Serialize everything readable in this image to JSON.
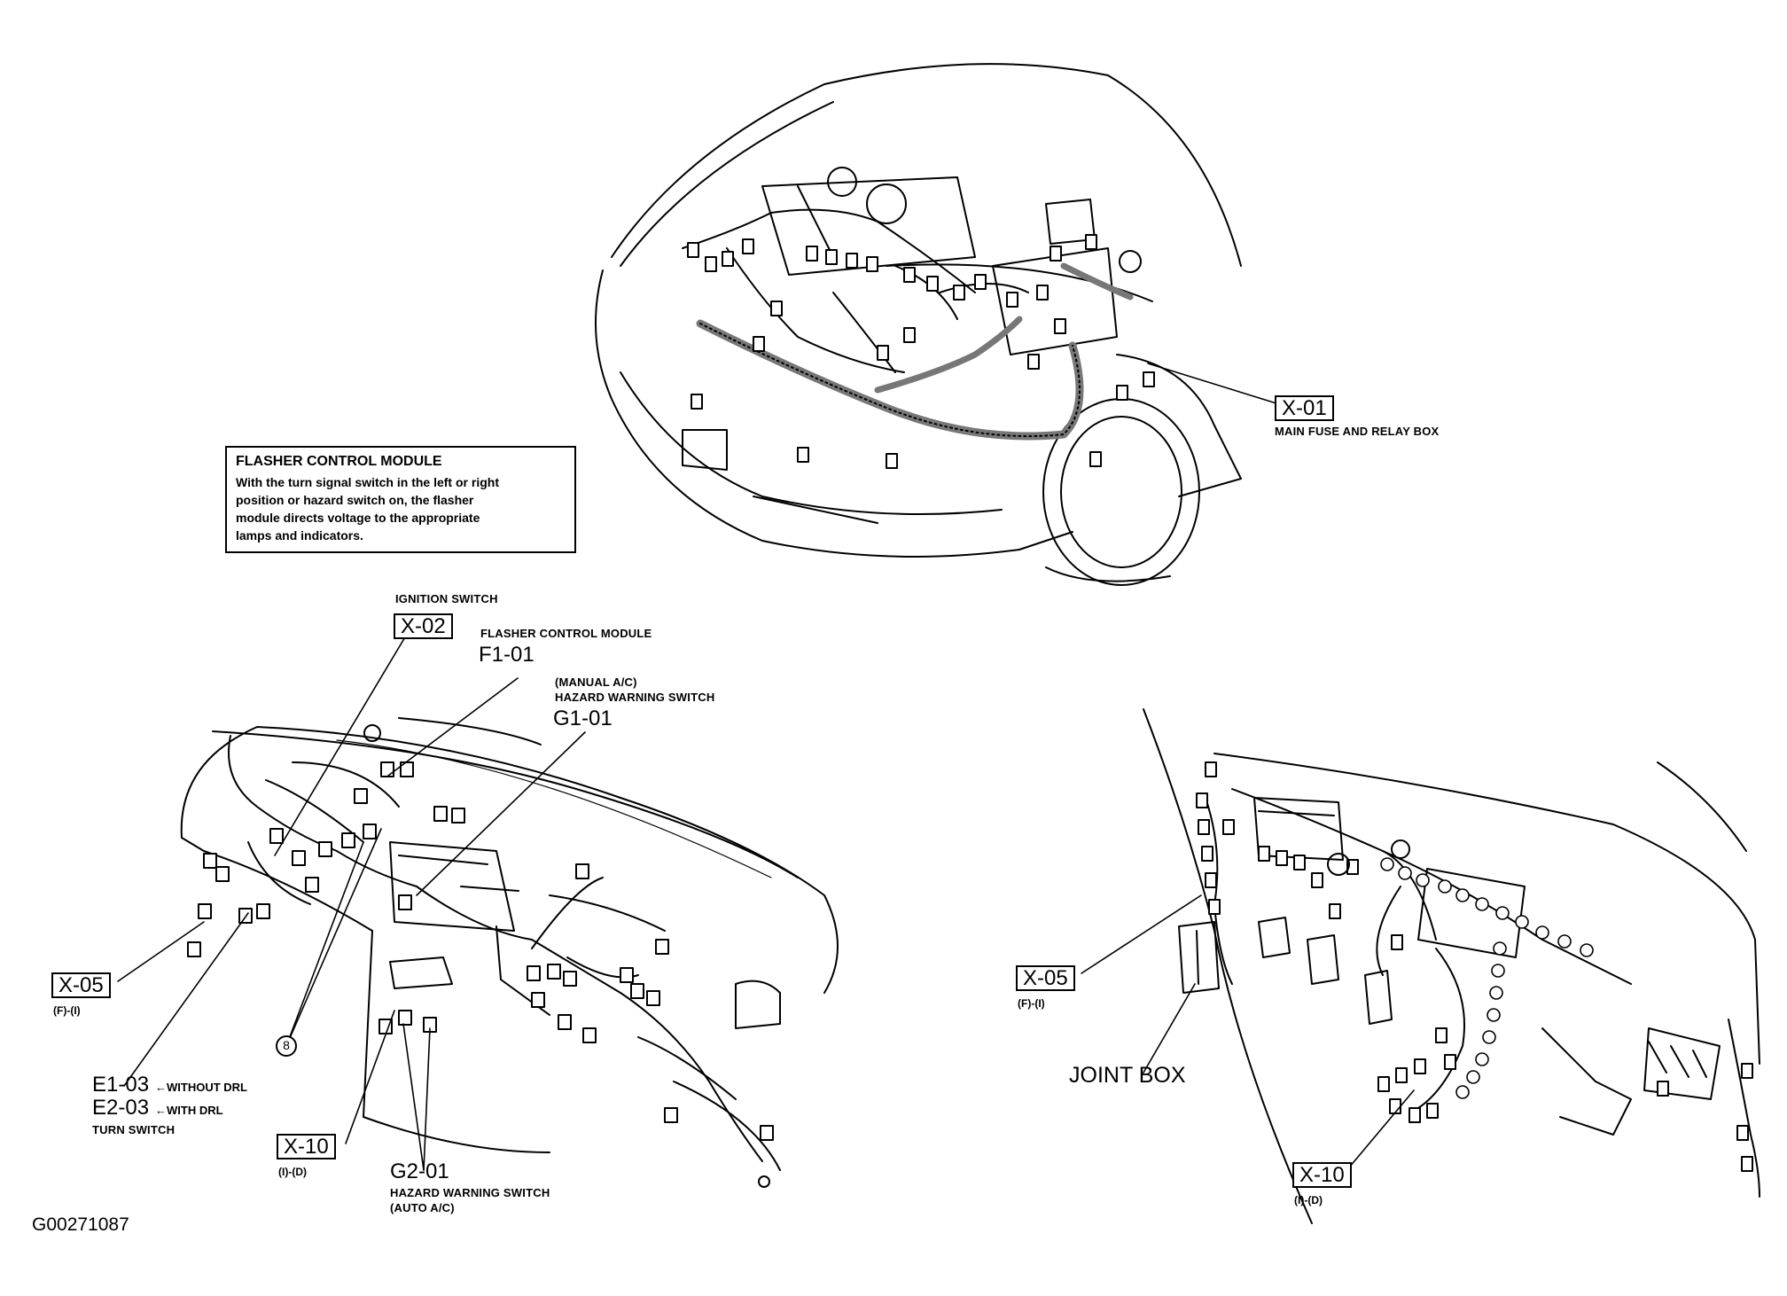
{
  "info_box": {
    "title": "FLASHER CONTROL MODULE",
    "lines": [
      "With the turn signal switch in the left or right",
      "position or hazard switch on, the flasher",
      "module directs voltage to the appropriate",
      "lamps and indicators."
    ]
  },
  "engine_bay": {
    "x01_code": "X-01",
    "x01_caption": "MAIN FUSE AND RELAY BOX"
  },
  "dashboard_left": {
    "ignition_caption": "IGNITION SWITCH",
    "x02_code": "X-02",
    "flasher_caption": "FLASHER CONTROL MODULE",
    "f101_code": "F1-01",
    "manual_ac": "(MANUAL A/C)",
    "hazard_caption": "HAZARD WARNING SWITCH",
    "g101_code": "G1-01",
    "x05_code": "X-05",
    "x05_sub": "(F)-(I)",
    "ground_num": "8",
    "e103_code": "E1-03",
    "e103_note": "←WITHOUT DRL",
    "e203_code": "E2-03",
    "e203_note": "←WITH DRL",
    "turn_switch": "TURN SWITCH",
    "x10_code": "X-10",
    "x10_sub": "(I)-(D)",
    "g201_code": "G2-01",
    "hazard2_caption": "HAZARD WARNING SWITCH",
    "auto_ac": "(AUTO A/C)"
  },
  "dashboard_right": {
    "x05_code": "X-05",
    "x05_sub": "(F)-(I)",
    "joint_box": "JOINT BOX",
    "x10_code": "X-10",
    "x10_sub": "(I)-(D)"
  },
  "figure_id": "G00271087"
}
